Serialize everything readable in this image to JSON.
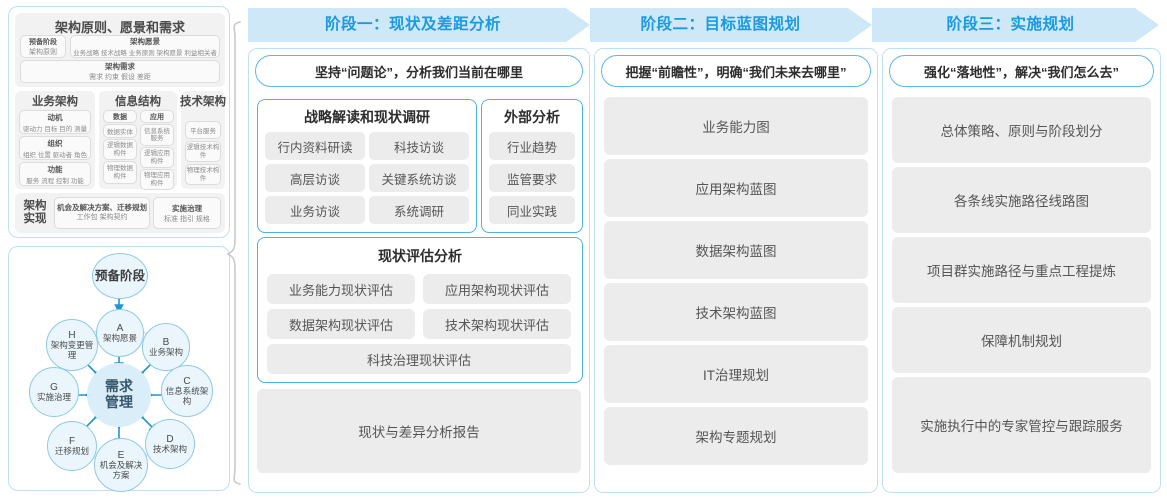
{
  "left_panel": {
    "title": "架构原则、愿景和需求",
    "row1": [
      {
        "title": "预备阶段",
        "sub": "架构原则"
      },
      {
        "title": "架构愿景",
        "sub": "业务战略 技术战略 业务原则 架构愿景 利益相关者"
      }
    ],
    "row2": {
      "title": "架构需求",
      "sub": "需求   约束   假设   差距"
    },
    "columns": [
      {
        "header": "业务架构",
        "boxes": [
          {
            "title": "动机",
            "sub": "驱动力 目标 目的 测量"
          },
          {
            "title": "组织",
            "sub": "组织 位置 驱动者 角色"
          },
          {
            "title": "功能",
            "sub": "服务 流程 控制 功能"
          }
        ]
      },
      {
        "header": "信息结构",
        "left_boxes": [
          "数据",
          "数据实体",
          "逻辑数据构件",
          "物理数据构件"
        ],
        "right_boxes": [
          "应用",
          "信息系统服务",
          "逻辑应用构件",
          "物理应用构件"
        ]
      },
      {
        "header": "技术架构",
        "boxes": [
          "平台服务",
          "逻辑技术构件",
          "物理技术构件"
        ]
      }
    ],
    "bottom": {
      "label": "架构实现",
      "boxes": [
        {
          "title": "机会及解决方案、迁移规划",
          "sub": "工作包  架构契约"
        },
        {
          "title": "实施治理",
          "sub": "标准  指引  规格"
        }
      ]
    }
  },
  "circle_panel": {
    "top_node": "预备阶段",
    "center": {
      "line1": "需求",
      "line2": "管理"
    },
    "nodes": [
      {
        "letter": "A",
        "label": "架构愿景"
      },
      {
        "letter": "B",
        "label": "业务架构"
      },
      {
        "letter": "C",
        "label": "信息系统架构"
      },
      {
        "letter": "D",
        "label": "技术架构"
      },
      {
        "letter": "E",
        "label": "机会及解决方案"
      },
      {
        "letter": "F",
        "label": "迁移规划"
      },
      {
        "letter": "G",
        "label": "实施治理"
      },
      {
        "letter": "H",
        "label": "架构变更管理"
      }
    ]
  },
  "phases": [
    {
      "band_title": "阶段一：现状及差距分析",
      "subtitle": "坚持“问题论”，分析我们当前在哪里",
      "cards": [
        {
          "head": "战略解读和现状调研",
          "chips": [
            "行内资料研读",
            "科技访谈",
            "高层访谈",
            "关键系统访谈",
            "业务访谈",
            "系统调研"
          ]
        },
        {
          "head": "外部分析",
          "chips": [
            "行业趋势",
            "监管要求",
            "同业实践"
          ]
        },
        {
          "head": "现状评估分析",
          "chips": [
            "业务能力现状评估",
            "应用架构现状评估",
            "数据架构现状评估",
            "技术架构现状评估",
            "科技治理现状评估"
          ]
        }
      ],
      "report": "现状与差异分析报告"
    },
    {
      "band_title": "阶段二：目标蓝图规划",
      "subtitle": "把握“前瞻性”，明确“我们未来去哪里”",
      "items": [
        "业务能力图",
        "应用架构蓝图",
        "数据架构蓝图",
        "技术架构蓝图",
        "IT治理规划",
        "架构专题规划"
      ]
    },
    {
      "band_title": "阶段三：实施规划",
      "subtitle": "强化“落地性”，解决“我们怎么去”",
      "items": [
        "总体策略、原则与阶段划分",
        "各条线实施路径线路图",
        "项目群实施路径与重点工程提炼",
        "保障机制规划",
        "实施执行中的专家管控与跟踪服务"
      ]
    }
  ],
  "colors": {
    "band": "#cfe8f8",
    "band_text": "#1a9ae0",
    "panel_border": "#bfe0f2",
    "card_border": "#4fb0e3",
    "chip_bg": "#ececec",
    "node_fill": "#eaf6fc",
    "node_border": "#8ec9e6",
    "center_fill": "#d9eef8",
    "arrow": "#2196d3",
    "bracket": "#c9c9c9"
  }
}
